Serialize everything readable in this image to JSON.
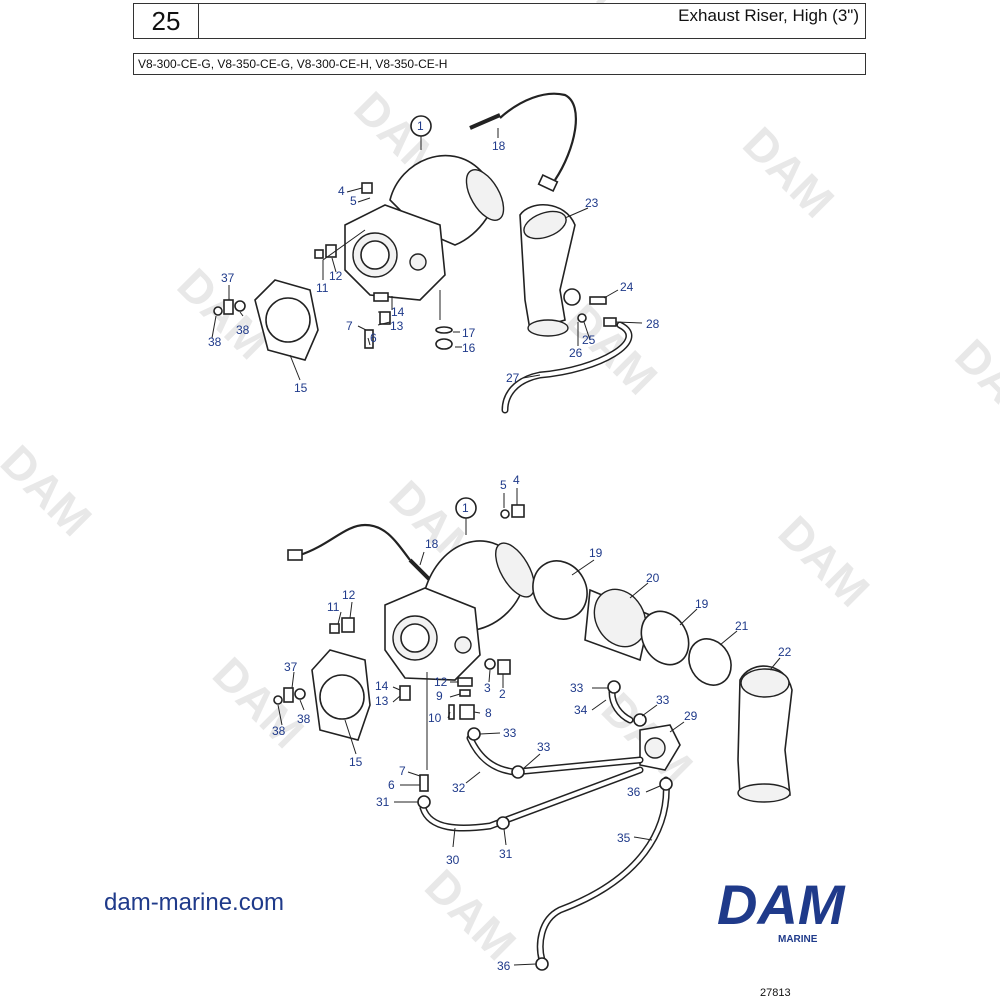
{
  "header": {
    "number": "25",
    "title": "Exhaust Riser, High (3\")",
    "models": "V8-300-CE-G, V8-350-CE-G, V8-300-CE-H, V8-350-CE-H"
  },
  "watermark": "DAM",
  "colors": {
    "label": "#1f3a8a",
    "line": "#222222",
    "watermark": "#e8e8e8",
    "brand": "#1f3a8a"
  },
  "callouts": {
    "top": {
      "c1": "1",
      "c4": "4",
      "c5": "5",
      "c18": "18",
      "c23": "23",
      "c11": "11",
      "c12": "12",
      "c37": "37",
      "c38a": "38",
      "c38b": "38",
      "c14": "14",
      "c7": "7",
      "c13": "13",
      "c6": "6",
      "c17": "17",
      "c16": "16",
      "c15": "15",
      "c24": "24",
      "c25": "25",
      "c26": "26",
      "c28": "28",
      "c27": "27"
    },
    "bottom": {
      "c1": "1",
      "c5": "5",
      "c4": "4",
      "c18": "18",
      "c19a": "19",
      "c20": "20",
      "c19b": "19",
      "c21": "21",
      "c22": "22",
      "c11": "11",
      "c12": "12",
      "c37": "37",
      "c14": "14",
      "c13": "13",
      "c38a": "38",
      "c38b": "38",
      "c12b": "12",
      "c9": "9",
      "c10": "10",
      "c8": "8",
      "c3": "3",
      "c2": "2",
      "c15": "15",
      "c33a": "33",
      "c34": "34",
      "c33b": "33",
      "c29": "29",
      "c33c": "33",
      "c33d": "33",
      "c7": "7",
      "c6": "6",
      "c31a": "31",
      "c32": "32",
      "c36a": "36",
      "c35": "35",
      "c30": "30",
      "c31b": "31",
      "c36b": "36"
    }
  },
  "footer": {
    "website": "dam-marine.com",
    "logo": "DAM",
    "logo_sub": "MARINE",
    "image_number": "27813"
  }
}
